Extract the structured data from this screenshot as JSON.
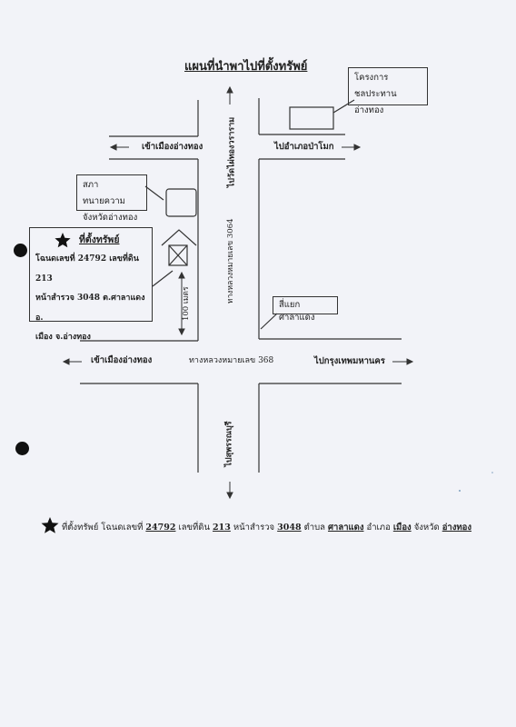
{
  "title": "แผนที่นำพาไปที่ตั้งทรัพย์",
  "labels": {
    "to_ang_thong_upper": "เข้าเมืองอ่างทอง",
    "to_pa_mok": "ไปอำเภอป่าโมก",
    "to_pho_thong_vertical": "ไปวัดไผ่ทองวราราม",
    "highway_3064": "ทางหลวงหมายเลข 3064",
    "distance_100m": "100 เมตร",
    "to_ang_thong_lower": "เข้าเมืองอ่างทอง",
    "highway_368": "ทางหลวงหมายเลข 368",
    "to_bangkok": "ไปกรุงเทพมหานคร",
    "to_suphanburi_vertical": "ไปสุพรรณบุรี"
  },
  "boxes": {
    "irrigation": {
      "line1": "โครงการชลประทาน",
      "line2": "อ่างทอง"
    },
    "lawyers": {
      "line1": "สภาทนายความ",
      "line2": "จังหวัดอ่างทอง"
    },
    "intersection": {
      "text": "สี่แยกศาลาแดง"
    },
    "property": {
      "heading": "ที่ตั้งทรัพย์",
      "line1": "โฉนดเลขที่ 24792 เลขที่ดิน 213",
      "line2": "หน้าสำรวจ 3048 ต.ศาลาแดง อ.",
      "line3": "เมือง จ.อ่างทอง"
    }
  },
  "footer": {
    "t1": "ที่ตั้งทรัพย์ โฉนดเลขที่",
    "v1": "24792",
    "t2": "เลขที่ดิน",
    "v2": "213",
    "t3": "หน้าสำรวจ",
    "v3": "3048",
    "t4": "ตำบล",
    "v4": "ศาลาแดง",
    "t5": "อำเภอ",
    "v5": "เมือง",
    "t6": "จังหวัด",
    "v6": "อ่างทอง"
  }
}
